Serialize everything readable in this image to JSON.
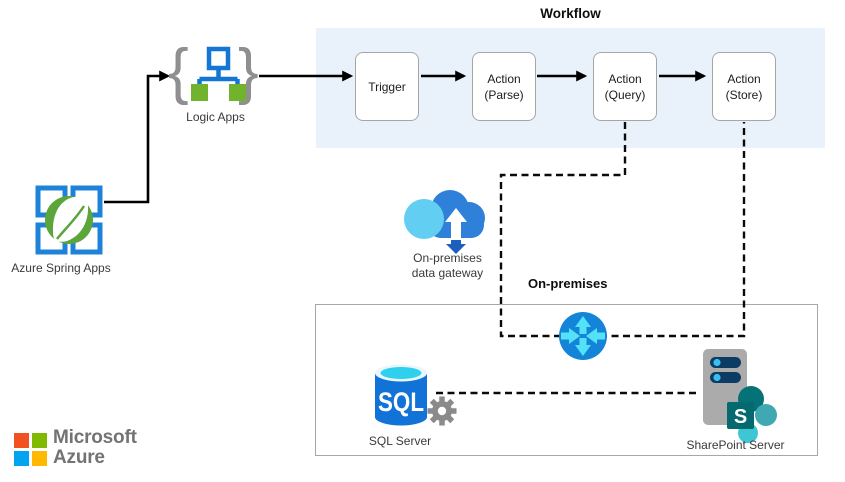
{
  "workflow": {
    "title": "Workflow",
    "nodes": [
      {
        "line1": "Trigger",
        "line2": ""
      },
      {
        "line1": "Action",
        "line2": "(Parse)"
      },
      {
        "line1": "Action",
        "line2": "(Query)"
      },
      {
        "line1": "Action",
        "line2": "(Store)"
      }
    ]
  },
  "labels": {
    "azure_spring_apps": "Azure Spring Apps",
    "logic_apps": "Logic Apps",
    "gateway_line1": "On-premises",
    "gateway_line2": "data gateway",
    "on_premises_zone": "On-premises",
    "sql_server": "SQL Server",
    "sharepoint_server": "SharePoint Server"
  },
  "icons": {
    "azure_spring_apps": "azure-spring-apps-icon",
    "logic_apps": "logic-apps-icon",
    "brace_left": "{",
    "brace_right": "}",
    "on_premises_data_gateway": "cloud-up-down-arrow-icon",
    "router": "router-circle-arrows-icon",
    "sql_server": "sql-database-gear-icon",
    "sql_text": "SQL",
    "sharepoint_server": "server-tower-sharepoint-icon",
    "sharepoint_letter": "S",
    "microsoft_logo": "microsoft-four-squares-logo"
  },
  "branding": {
    "microsoft": "Microsoft",
    "azure": "Azure"
  },
  "colors": {
    "workflow_band": "#E9F1FB",
    "box_border": "#A6A6A6",
    "connector_black": "#000000",
    "azure_blue": "#1E83D8",
    "spring_green": "#5BA53B",
    "logic_tree_blue": "#1277D4",
    "logic_green": "#72B32D",
    "cloud_blue": "#2F80D8",
    "cloud_cyan": "#62CFF2",
    "down_arrow_blue": "#1D5FC0",
    "router_blue": "#1484D8",
    "router_arrow_cyan": "#54E2F8",
    "sql_blue": "#1173D7",
    "sql_rim_cyan": "#2ED0EE",
    "gear_gray": "#8A8A8A",
    "server_gray": "#ABABAB",
    "server_pill_navy": "#0C3C63",
    "sharepoint_teal": "#046A70",
    "ms_red": "#F25022",
    "ms_green": "#7FBA00",
    "ms_blue": "#00A4EF",
    "ms_yellow": "#FFB900",
    "ms_text_gray": "#737373"
  }
}
